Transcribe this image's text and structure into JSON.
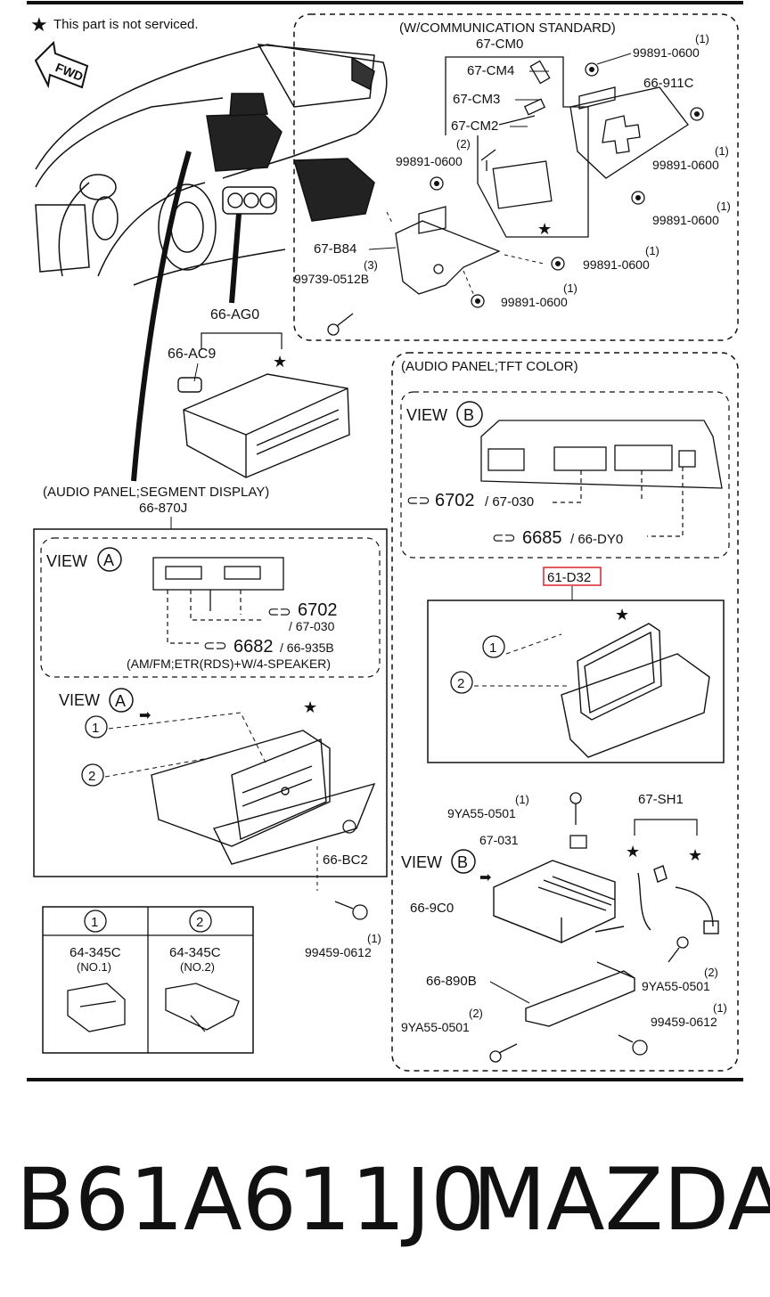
{
  "header": {
    "note": "This part is not serviced.",
    "fwd": "FWD"
  },
  "callouts": {
    "comm_standard": "(W/COMMUNICATION STANDARD)",
    "cm0": "67-CM0",
    "cm4": "67-CM4",
    "cm3": "67-CM3",
    "cm2": "67-CM2",
    "qty2_a": "(2)",
    "n99891_a": "99891-0600",
    "qty1_a": "(1)",
    "n99891_b": "99891-0600",
    "c911": "66-911C",
    "qty1_b": "(1)",
    "n99891_c": "99891-0600",
    "qty1_c": "(1)",
    "n99891_d": "99891-0600",
    "b84": "67-B84",
    "qty3": "(3)",
    "n99739": "99739-0512B",
    "qty1_d": "(1)",
    "n99891_e": "99891-0600",
    "qty1_e": "(1)",
    "n99891_f": "99891-0600",
    "ag0": "66-AG0",
    "ac9": "66-AC9",
    "seg_display": "(AUDIO PANEL;SEGMENT DISPLAY)",
    "c870j": "66-870J",
    "view_a1": "VIEW",
    "view_a1_letter": "A",
    "p6702_a": "6702",
    "p67030_a": "/ 67-030",
    "p6682": "6682",
    "p66935b": "/ 66-935B",
    "amfm": "(AM/FM;ETR(RDS)+W/4-SPEAKER)",
    "view_a2": "VIEW",
    "view_a2_letter": "A",
    "num1_a": "1",
    "num2_a": "2",
    "bc2": "66-BC2",
    "qty1_f": "(1)",
    "n99459_a": "99459-0612",
    "tft_color": "(AUDIO PANEL;TFT COLOR)",
    "view_b1": "VIEW",
    "view_b1_letter": "B",
    "p6702_b": "6702",
    "p67030_b": "/ 67-030",
    "p6685": "6685",
    "p66dy0": "/ 66-DY0",
    "d32": "61-D32",
    "num1_b": "1",
    "num2_b": "2",
    "qty1_g": "(1)",
    "n9ya55_a": "9YA55-0501",
    "sh1": "67-SH1",
    "c031": "67-031",
    "view_b2": "VIEW",
    "view_b2_letter": "B",
    "c9c0": "66-9C0",
    "qty2_b": "(2)",
    "n9ya55_b": "9YA55-0501",
    "c890b": "66-890B",
    "qty2_c": "(2)",
    "n9ya55_c": "9YA55-0501",
    "qty1_h": "(1)",
    "n99459_b": "99459-0612"
  },
  "legend_table": {
    "col1_num": "1",
    "col2_num": "2",
    "col1_part": "64-345C",
    "col2_part": "64-345C",
    "col1_sub": "(NO.1)",
    "col2_sub": "(NO.2)"
  },
  "footer": {
    "part_number": "B61A611J0",
    "brand": "MAZDA"
  },
  "colors": {
    "highlight_box": "#e0303a",
    "line": "#111111"
  }
}
